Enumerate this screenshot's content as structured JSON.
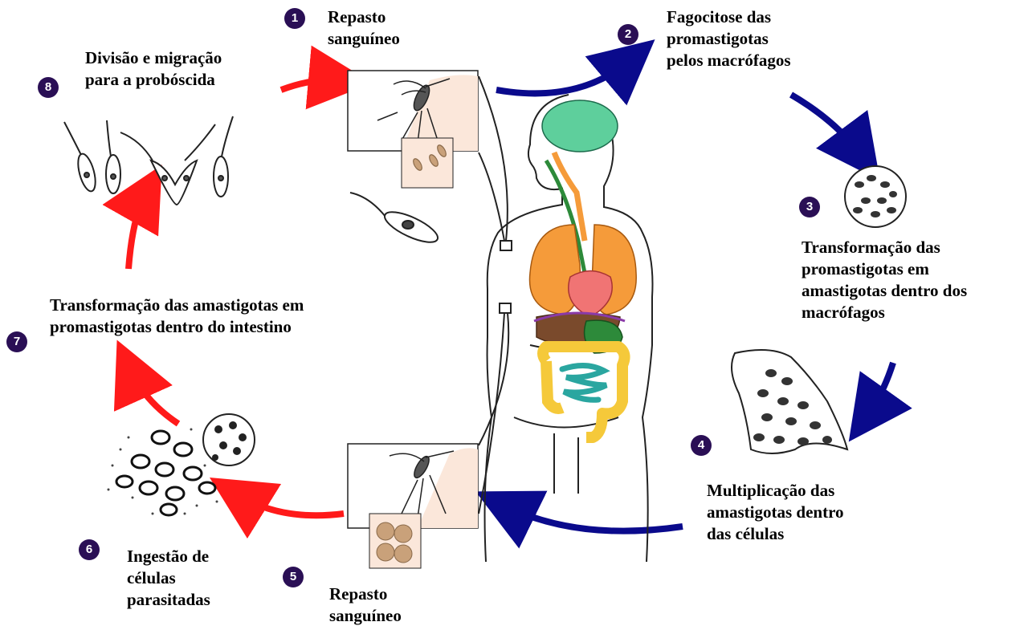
{
  "steps": [
    {
      "number": "1",
      "label_lines": [
        "Repasto",
        "sanguíneo"
      ]
    },
    {
      "number": "2",
      "label_lines": [
        "Fagocitose das",
        "promastigotas",
        "pelos macrófagos"
      ]
    },
    {
      "number": "3",
      "label_lines": [
        "Transformação das",
        "promastigotas em",
        "amastigotas dentro dos",
        "macrófagos"
      ]
    },
    {
      "number": "4",
      "label_lines": [
        "Multiplicação das",
        "amastigotas dentro",
        "das células"
      ]
    },
    {
      "number": "5",
      "label_lines": [
        "Repasto",
        "sanguíneo"
      ]
    },
    {
      "number": "6",
      "label_lines": [
        "Ingestão de",
        "células",
        "parasitadas"
      ]
    },
    {
      "number": "7",
      "label_lines": [
        "Transformação das amastigotas em",
        "promastigotas dentro do intestino"
      ]
    },
    {
      "number": "8",
      "label_lines": [
        "Divisão e migração",
        "para a probóscida"
      ]
    }
  ],
  "colors": {
    "human_phase_arrow": "#0a0a8c",
    "vector_phase_arrow": "#ff1a1a",
    "badge": "#2a0f55",
    "brain": "#5ecf9c",
    "lungs": "#f59b3a",
    "heart": "#f07474",
    "liver": "#7a4a2c",
    "intestine_large": "#f5c93a",
    "intestine_small": "#2aa6a0",
    "stomach": "#2d8a3a",
    "skin_panel": "#fbe7da"
  }
}
